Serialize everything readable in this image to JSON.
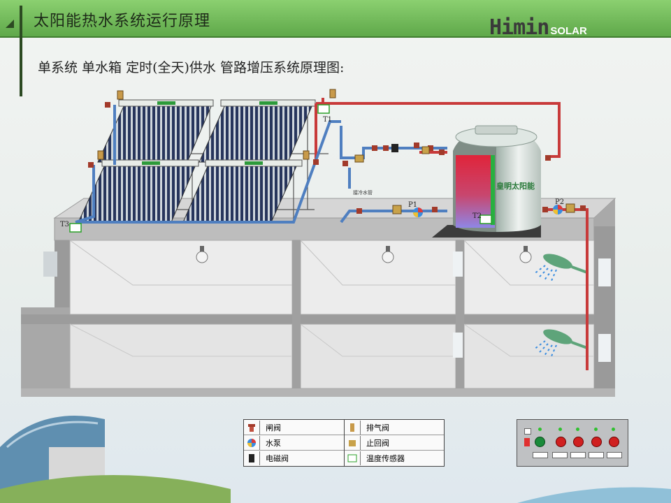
{
  "header": {
    "title": "太阳能热水系统运行原理",
    "brand": "Himin",
    "brand_sub": "SOLAR"
  },
  "subtitle": "单系统   单水箱   定时(全天)供水   管路增压系统原理图:",
  "diagram": {
    "sensor_labels": [
      "T1",
      "T2",
      "T3"
    ],
    "pump_labels": [
      "P1",
      "P2"
    ],
    "cold_water_pipe_label": "接冷水管",
    "tank_brand": "皇明太阳能"
  },
  "legend": {
    "items": [
      {
        "icon": "gate-valve-icon",
        "label": "闸阀"
      },
      {
        "icon": "pump-icon",
        "label": "水泵"
      },
      {
        "icon": "solenoid-valve-icon",
        "label": "电磁阀"
      },
      {
        "icon": "air-vent-valve-icon",
        "label": "排气阀"
      },
      {
        "icon": "check-valve-icon",
        "label": "止回阀"
      },
      {
        "icon": "temperature-sensor-icon",
        "label": "温度传感器"
      }
    ]
  },
  "colors": {
    "hot_pipe": "#c83a3a",
    "cold_pipe": "#4f7fc0",
    "header_green": "#6fb956",
    "sensor_green": "#2aa028"
  }
}
